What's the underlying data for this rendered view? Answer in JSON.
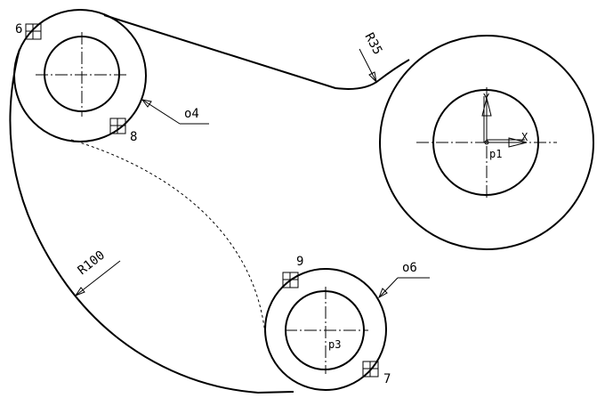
{
  "labels": {
    "node_6": "6",
    "node_7": "7",
    "node_8": "8",
    "node_9": "9",
    "leader_o4": "o4",
    "leader_o6": "o6",
    "radius_r35": "R35",
    "radius_r100": "R100",
    "point_p1": "p1",
    "point_p3": "p3",
    "axis_x": "X",
    "axis_y": "Y"
  }
}
